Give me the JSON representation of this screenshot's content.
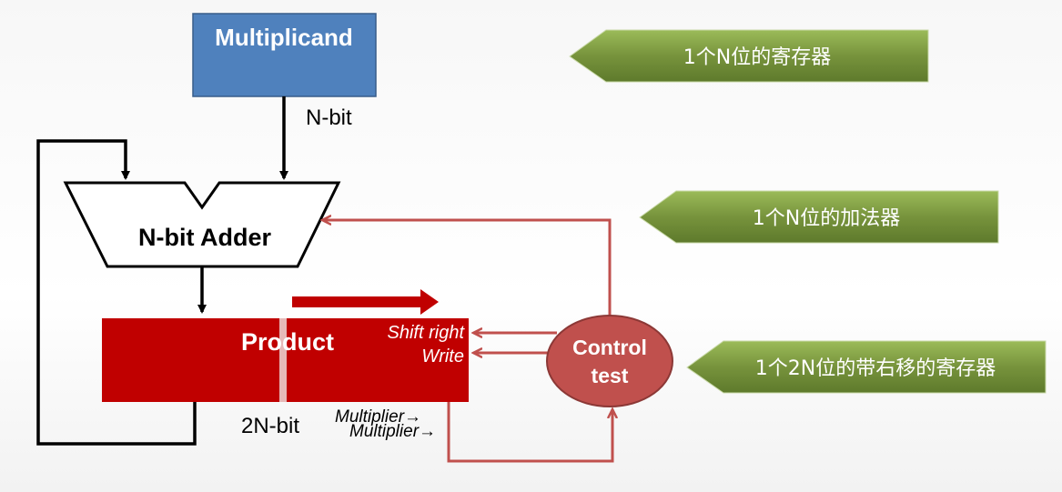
{
  "diagram": {
    "multiplicand": {
      "label": "Multiplicand"
    },
    "multiplicand_width": {
      "label": "N-bit"
    },
    "adder": {
      "label": "N-bit Adder"
    },
    "product": {
      "label": "Product",
      "width_label": "2N-bit"
    },
    "shift_label": "Shift right",
    "write_label": "Write",
    "control": {
      "line1": "Control",
      "line2": "test"
    },
    "multiplier_label_1": "Multiplier→",
    "multiplier_label_2": "Multiplier→"
  },
  "callouts": [
    {
      "text": "1个N位的寄存器"
    },
    {
      "text": "1个N位的加法器"
    },
    {
      "text": "1个2N位的带右移的寄存器"
    }
  ],
  "colors": {
    "multiplicand": "#4f81bd",
    "product": "#c00000",
    "control": "#c0504d",
    "red_wire": "#c0504d",
    "callout": "#77933c"
  }
}
